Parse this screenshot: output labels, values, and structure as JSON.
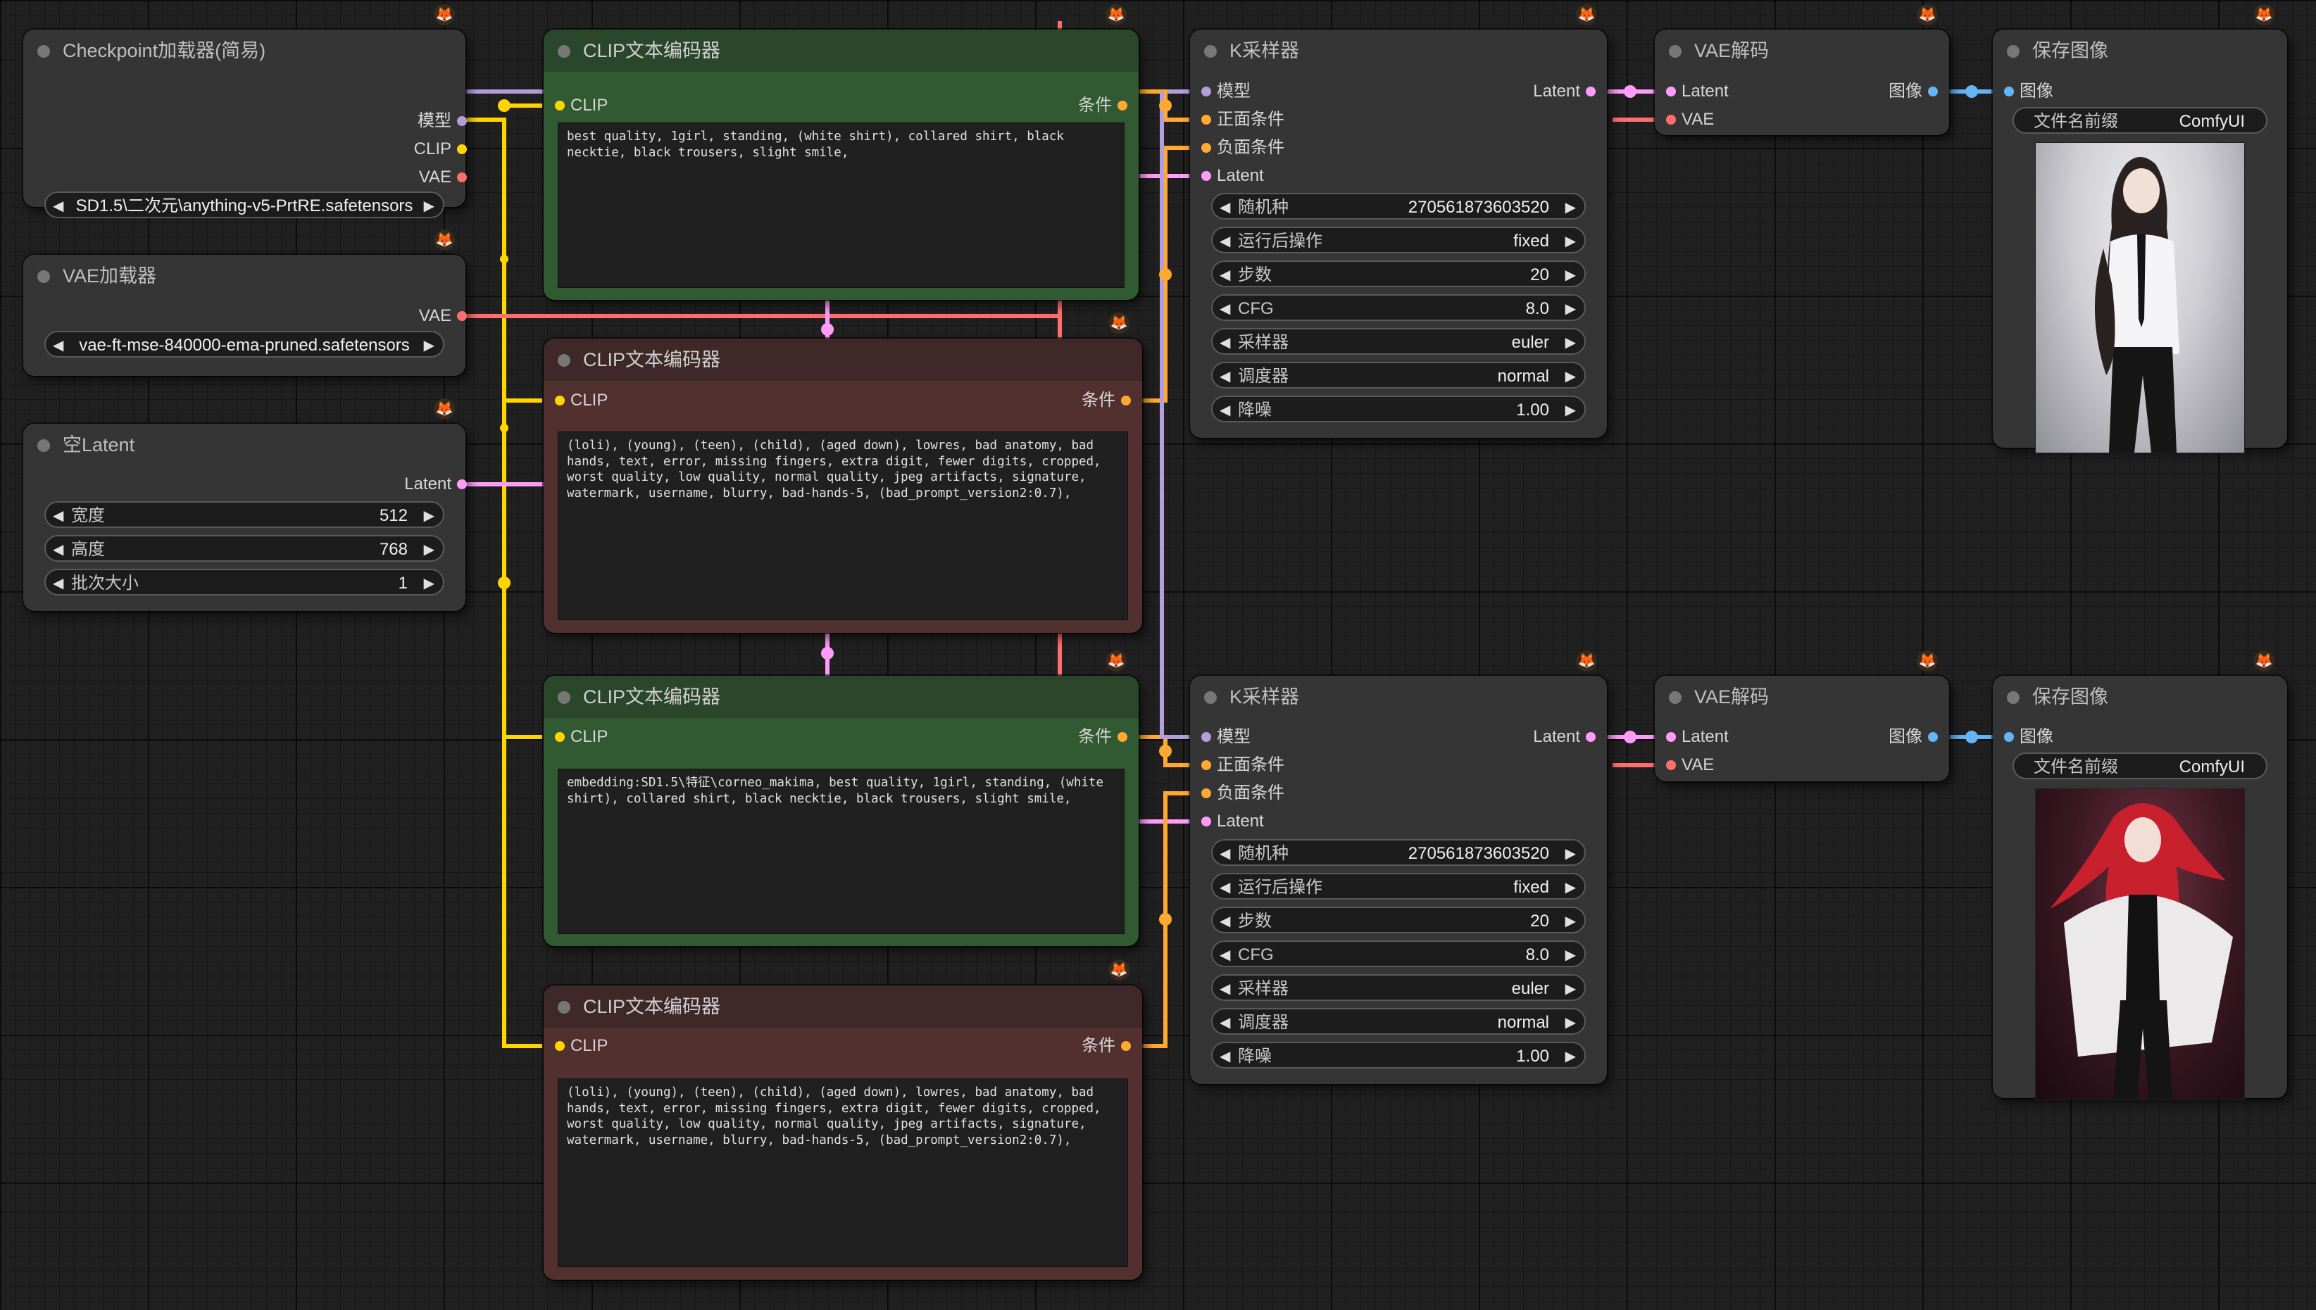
{
  "app": {
    "badge_glyph": "🦊"
  },
  "colors": {
    "model_link": "#b39ddb",
    "clip_link": "#ffd500",
    "vae_link": "#ff6e6e",
    "latent_link": "#ff9cf9",
    "conditioning_link": "#ffa931",
    "image_link": "#64b5f6"
  },
  "ckpt_loader": {
    "title": "Checkpoint加载器(简易)",
    "out_model": "模型",
    "out_clip": "CLIP",
    "out_vae": "VAE",
    "ckpt_name": "SD1.5\\二次元\\anything-v5-PrtRE.safetensors"
  },
  "vae_loader": {
    "title": "VAE加载器",
    "out_vae": "VAE",
    "vae_name": "vae-ft-mse-840000-ema-pruned.safetensors"
  },
  "empty_latent": {
    "title": "空Latent",
    "out_latent": "Latent",
    "width_label": "宽度",
    "width_value": "512",
    "height_label": "高度",
    "height_value": "768",
    "batch_label": "批次大小",
    "batch_value": "1"
  },
  "clip_pos_1": {
    "title": "CLIP文本编码器",
    "in_clip": "CLIP",
    "out_cond": "条件",
    "text": "best quality, 1girl, standing, (white shirt), collared shirt, black necktie, black trousers, slight smile,"
  },
  "clip_neg_1": {
    "title": "CLIP文本编码器",
    "in_clip": "CLIP",
    "out_cond": "条件",
    "text": "(loli), (young), (teen), (child), (aged down), lowres, bad anatomy, bad hands, text, error, missing fingers, extra digit, fewer digits, cropped, worst quality, low quality, normal quality, jpeg artifacts, signature, watermark, username, blurry, bad-hands-5, (bad_prompt_version2:0.7),"
  },
  "clip_pos_2": {
    "title": "CLIP文本编码器",
    "in_clip": "CLIP",
    "out_cond": "条件",
    "text": "embedding:SD1.5\\特征\\corneo_makima, best quality, 1girl, standing, (white shirt), collared shirt, black necktie, black trousers, slight smile,"
  },
  "clip_neg_2": {
    "title": "CLIP文本编码器",
    "in_clip": "CLIP",
    "out_cond": "条件",
    "text": "(loli), (young), (teen), (child), (aged down), lowres, bad anatomy, bad hands, text, error, missing fingers, extra digit, fewer digits, cropped, worst quality, low quality, normal quality, jpeg artifacts, signature, watermark, username, blurry, bad-hands-5, (bad_prompt_version2:0.7),"
  },
  "ksampler_1": {
    "title": "K采样器",
    "in_model": "模型",
    "in_positive": "正面条件",
    "in_negative": "负面条件",
    "in_latent": "Latent",
    "out_latent": "Latent",
    "seed_label": "随机种",
    "seed_value": "270561873603520",
    "control_label": "运行后操作",
    "control_value": "fixed",
    "steps_label": "步数",
    "steps_value": "20",
    "cfg_label": "CFG",
    "cfg_value": "8.0",
    "sampler_label": "采样器",
    "sampler_value": "euler",
    "scheduler_label": "调度器",
    "scheduler_value": "normal",
    "denoise_label": "降噪",
    "denoise_value": "1.00"
  },
  "ksampler_2": {
    "title": "K采样器",
    "in_model": "模型",
    "in_positive": "正面条件",
    "in_negative": "负面条件",
    "in_latent": "Latent",
    "out_latent": "Latent",
    "seed_label": "随机种",
    "seed_value": "270561873603520",
    "control_label": "运行后操作",
    "control_value": "fixed",
    "steps_label": "步数",
    "steps_value": "20",
    "cfg_label": "CFG",
    "cfg_value": "8.0",
    "sampler_label": "采样器",
    "sampler_value": "euler",
    "scheduler_label": "调度器",
    "scheduler_value": "normal",
    "denoise_label": "降噪",
    "denoise_value": "1.00"
  },
  "vae_decode_1": {
    "title": "VAE解码",
    "in_latent": "Latent",
    "in_vae": "VAE",
    "out_image": "图像"
  },
  "vae_decode_2": {
    "title": "VAE解码",
    "in_latent": "Latent",
    "in_vae": "VAE",
    "out_image": "图像"
  },
  "save_image_1": {
    "title": "保存图像",
    "in_image": "图像",
    "prefix_label": "文件名前缀",
    "prefix_value": "ComfyUI"
  },
  "save_image_2": {
    "title": "保存图像",
    "in_image": "图像",
    "prefix_label": "文件名前缀",
    "prefix_value": "ComfyUI"
  }
}
